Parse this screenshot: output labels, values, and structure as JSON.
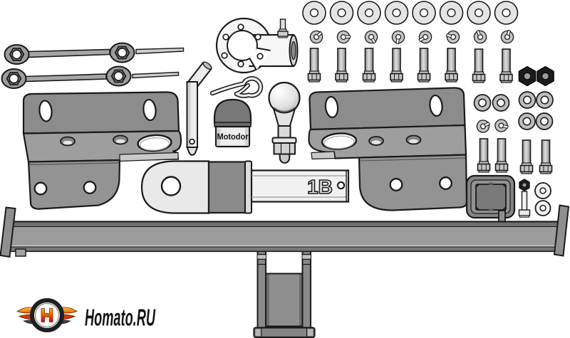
{
  "image": {
    "type": "exploded-parts-diagram",
    "subject": "car towbar (trailer hitch) installation kit"
  },
  "labels": {
    "tongue_marking": "1B",
    "ball_cover_brand": "Motodor",
    "watermark": "Homato.RU"
  },
  "parts": [
    {
      "name": "flat-washer",
      "qty": 8
    },
    {
      "name": "spring-washer",
      "qty": 8
    },
    {
      "name": "hex-bolt-long",
      "qty": 8
    },
    {
      "name": "link-strap",
      "qty": 2
    },
    {
      "name": "socket-mounting-plate",
      "qty": 1
    },
    {
      "name": "socket-plate-bolt",
      "qty": 1
    },
    {
      "name": "mounting-bracket-left",
      "qty": 1
    },
    {
      "name": "mounting-bracket-right",
      "qty": 1
    },
    {
      "name": "ball-mount-tongue",
      "qty": 1
    },
    {
      "name": "tow-ball",
      "qty": 1
    },
    {
      "name": "ball-cover",
      "qty": 1
    },
    {
      "name": "hitch-pin",
      "qty": 1
    },
    {
      "name": "r-clip",
      "qty": 1
    },
    {
      "name": "hex-nut-black",
      "qty": 2
    },
    {
      "name": "round-spacer-nut",
      "qty": 4
    },
    {
      "name": "flat-washer-small",
      "qty": 2
    },
    {
      "name": "spring-washer-small",
      "qty": 2
    },
    {
      "name": "hex-bolt-medium",
      "qty": 4
    },
    {
      "name": "receiver-plug",
      "qty": 1
    },
    {
      "name": "plug-nut",
      "qty": 1
    },
    {
      "name": "plug-bolt",
      "qty": 1
    },
    {
      "name": "plug-washer",
      "qty": 2
    },
    {
      "name": "crossbeam-with-receiver",
      "qty": 1
    }
  ],
  "colors": {
    "background": "#ffffff",
    "outline": "#1a1a1a",
    "part_gray": "#9a9a9a",
    "dark_gray": "#6f6f6f",
    "light_part": "#f1f1f1",
    "washer_gray": "#e4e4e4",
    "black_hardware": "#1b1b1b",
    "logo_orange": "#f59f00",
    "logo_red": "#d33a00",
    "logo_text": "#141414"
  }
}
